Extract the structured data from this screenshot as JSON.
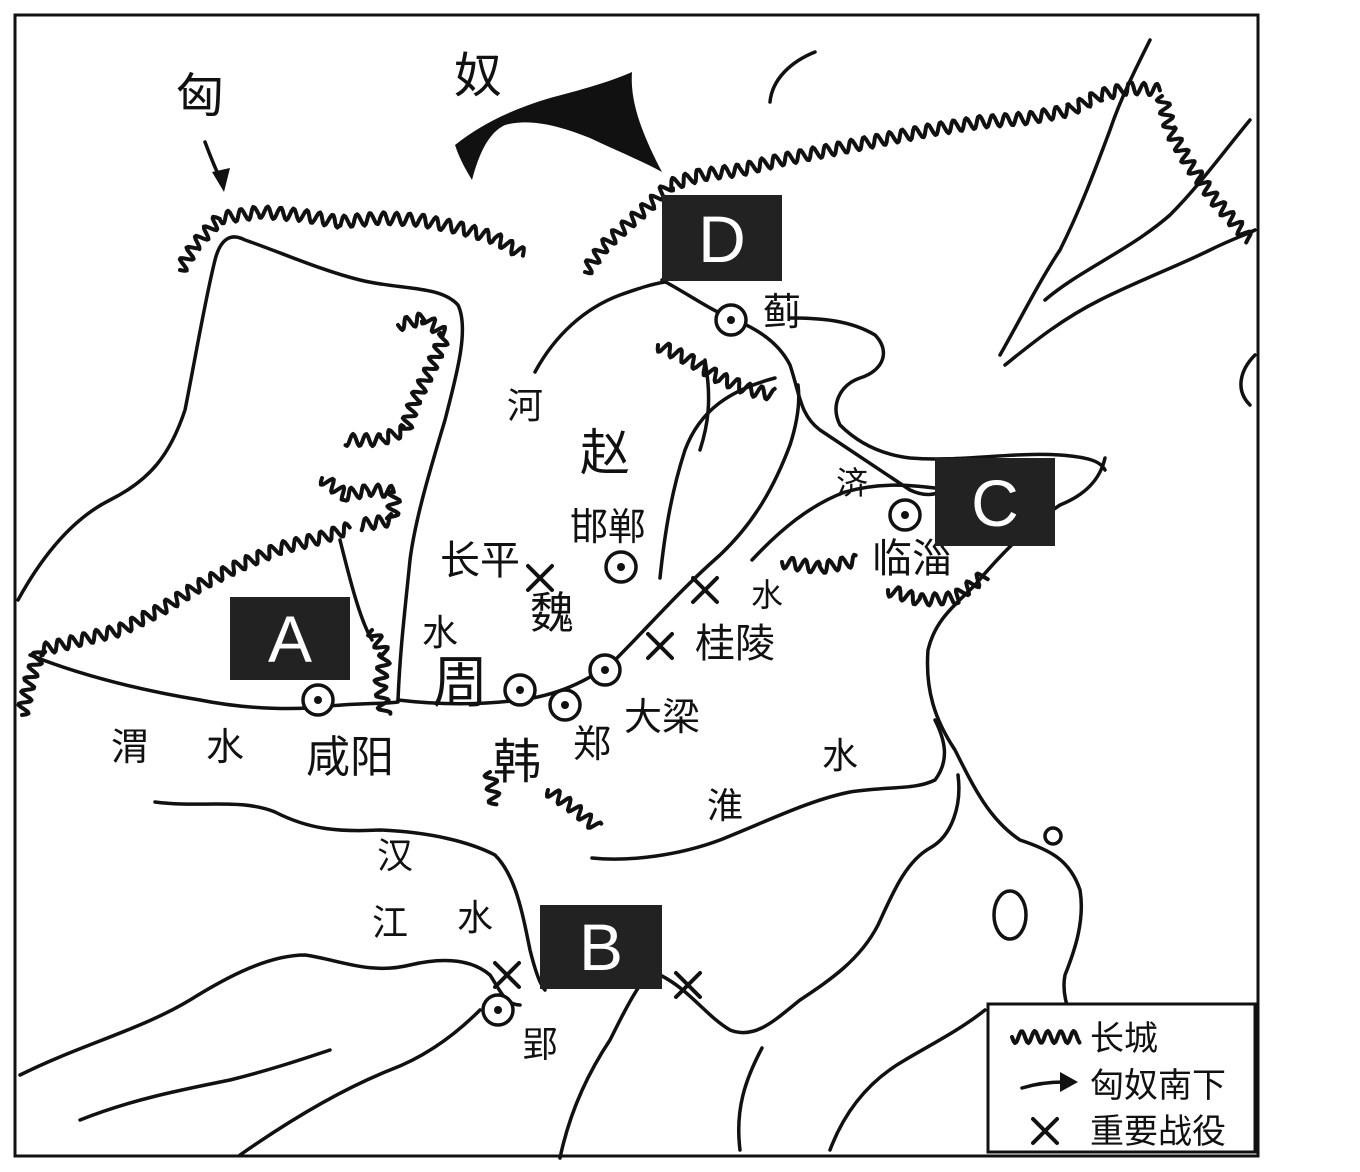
{
  "map": {
    "regions": {
      "xiong": "匈",
      "nu": "奴",
      "zhao": "赵",
      "wei": "魏",
      "zhou": "周",
      "han": "韩"
    },
    "box_labels": {
      "a": "A",
      "b": "B",
      "c": "C",
      "d": "D"
    },
    "cities": {
      "ji": "蓟",
      "handan": "邯郸",
      "linzi": "临淄",
      "xianyang": "咸阳",
      "zheng": "郑",
      "daliang": "大梁",
      "ying": "郢"
    },
    "battles": {
      "changping": "长平",
      "guiling": "桂陵"
    },
    "rivers": {
      "he_1": "河",
      "he_2": "水",
      "wei_1": "渭",
      "wei_2": "水",
      "han_1": "汉",
      "jiang_1": "江",
      "jiang_2": "水",
      "huai_1": "淮",
      "huai_2": "水",
      "ji_1": "济",
      "ji_2": "水"
    }
  },
  "legend": {
    "great_wall": "长城",
    "xiongnu_south": "匈奴南下",
    "battle": "重要战役",
    "symbols": {
      "great_wall": "wavy-wall-icon",
      "xiongnu_south": "arrow-icon",
      "battle": "x-mark-icon",
      "city": "circle-dot-icon"
    }
  },
  "colors": {
    "ink": "#111111",
    "box_fill": "#222222",
    "box_text": "#ffffff",
    "background": "#ffffff"
  }
}
